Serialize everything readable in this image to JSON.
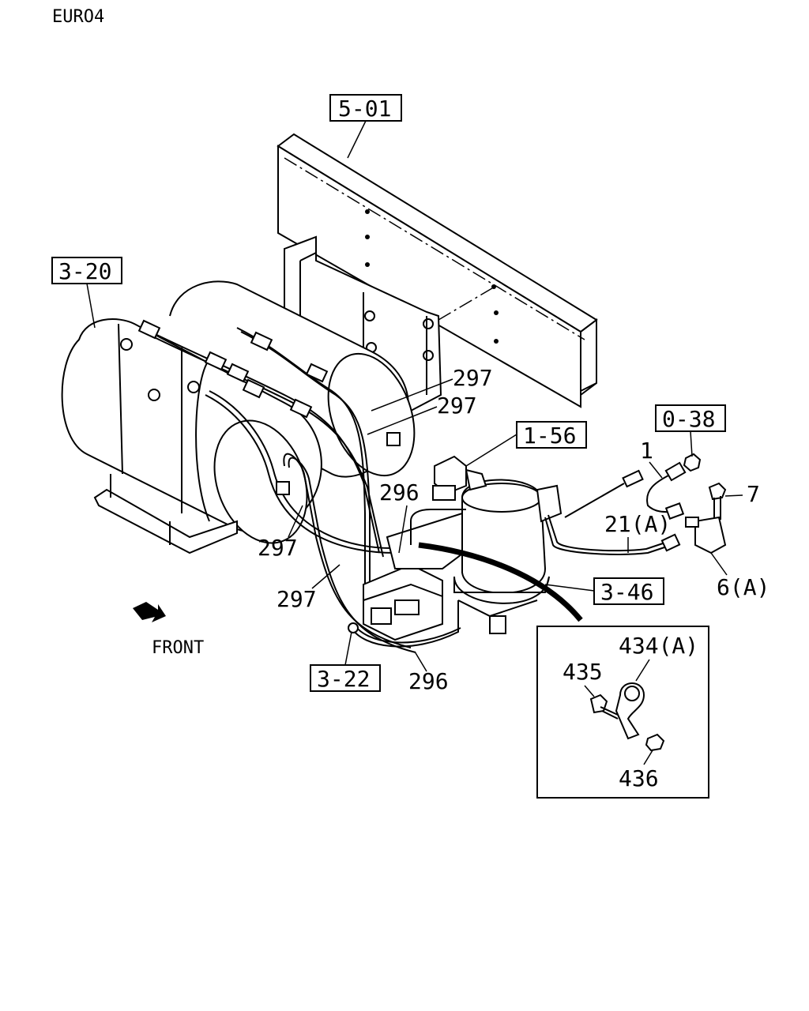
{
  "header": {
    "variant": "EURO4"
  },
  "refs": {
    "r501": "5-01",
    "r320": "3-20",
    "r156": "1-56",
    "r038": "0-38",
    "r346": "3-46",
    "r322": "3-22"
  },
  "parts": {
    "p297a": "297",
    "p297b": "297",
    "p297c": "297",
    "p297d": "297",
    "p296a": "296",
    "p296b": "296",
    "p1": "1",
    "p7": "7",
    "p21a": "21(A)",
    "p6a": "6(A)",
    "p434a": "434(A)",
    "p435": "435",
    "p436": "436"
  },
  "front_label": "FRONT"
}
